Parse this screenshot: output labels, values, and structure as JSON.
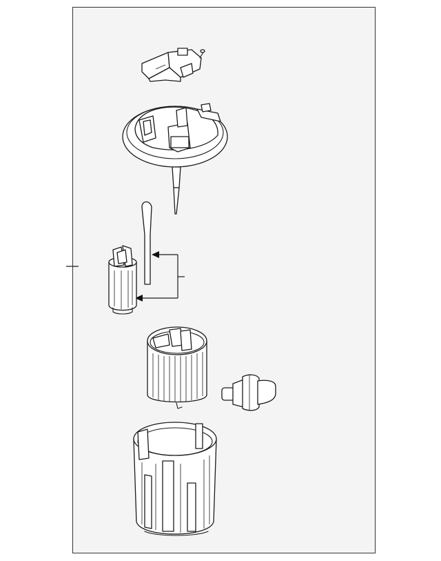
{
  "diagram": {
    "colors": {
      "frame_border": "#333333",
      "background": "#f4f4f4",
      "line": "#1a1a1a",
      "part_fill": "#ffffff"
    },
    "parts": [
      "electrical-connector",
      "pump-flange",
      "fuel-return-tube",
      "fuel-pump-motor",
      "fuel-filter",
      "pressure-regulator",
      "reservoir-bucket"
    ],
    "leaders": [
      "callout-tick",
      "bracket-leader-to-tube",
      "bracket-leader-to-pump"
    ]
  }
}
